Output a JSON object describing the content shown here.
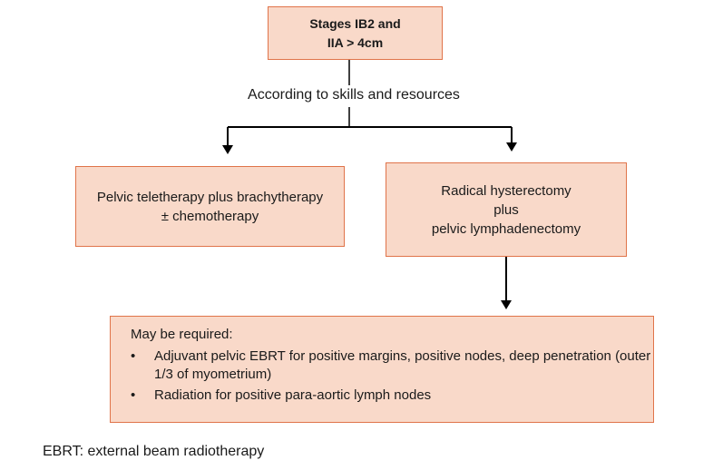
{
  "top": {
    "lines": [
      "Stages IB2 and",
      "IIA > 4cm"
    ]
  },
  "branch_label": "According to skills and resources",
  "left": {
    "lines": [
      "Pelvic teletherapy plus brachytherapy",
      "± chemotherapy"
    ]
  },
  "right": {
    "lines": [
      "Radical hysterectomy",
      "plus",
      "pelvic lymphadenectomy"
    ]
  },
  "bottom": {
    "intro": "May be required:",
    "bullet_symbol": "•",
    "items": [
      "Adjuvant pelvic EBRT for positive margins, positive nodes, deep penetration (outer 1/3 of myometrium)",
      "Radiation for positive para-aortic lymph nodes"
    ]
  },
  "footnote": "EBRT: external beam radiotherapy",
  "colors": {
    "box_fill": "#f9d9c9",
    "box_border": "#e0744a",
    "line": "#000000"
  }
}
